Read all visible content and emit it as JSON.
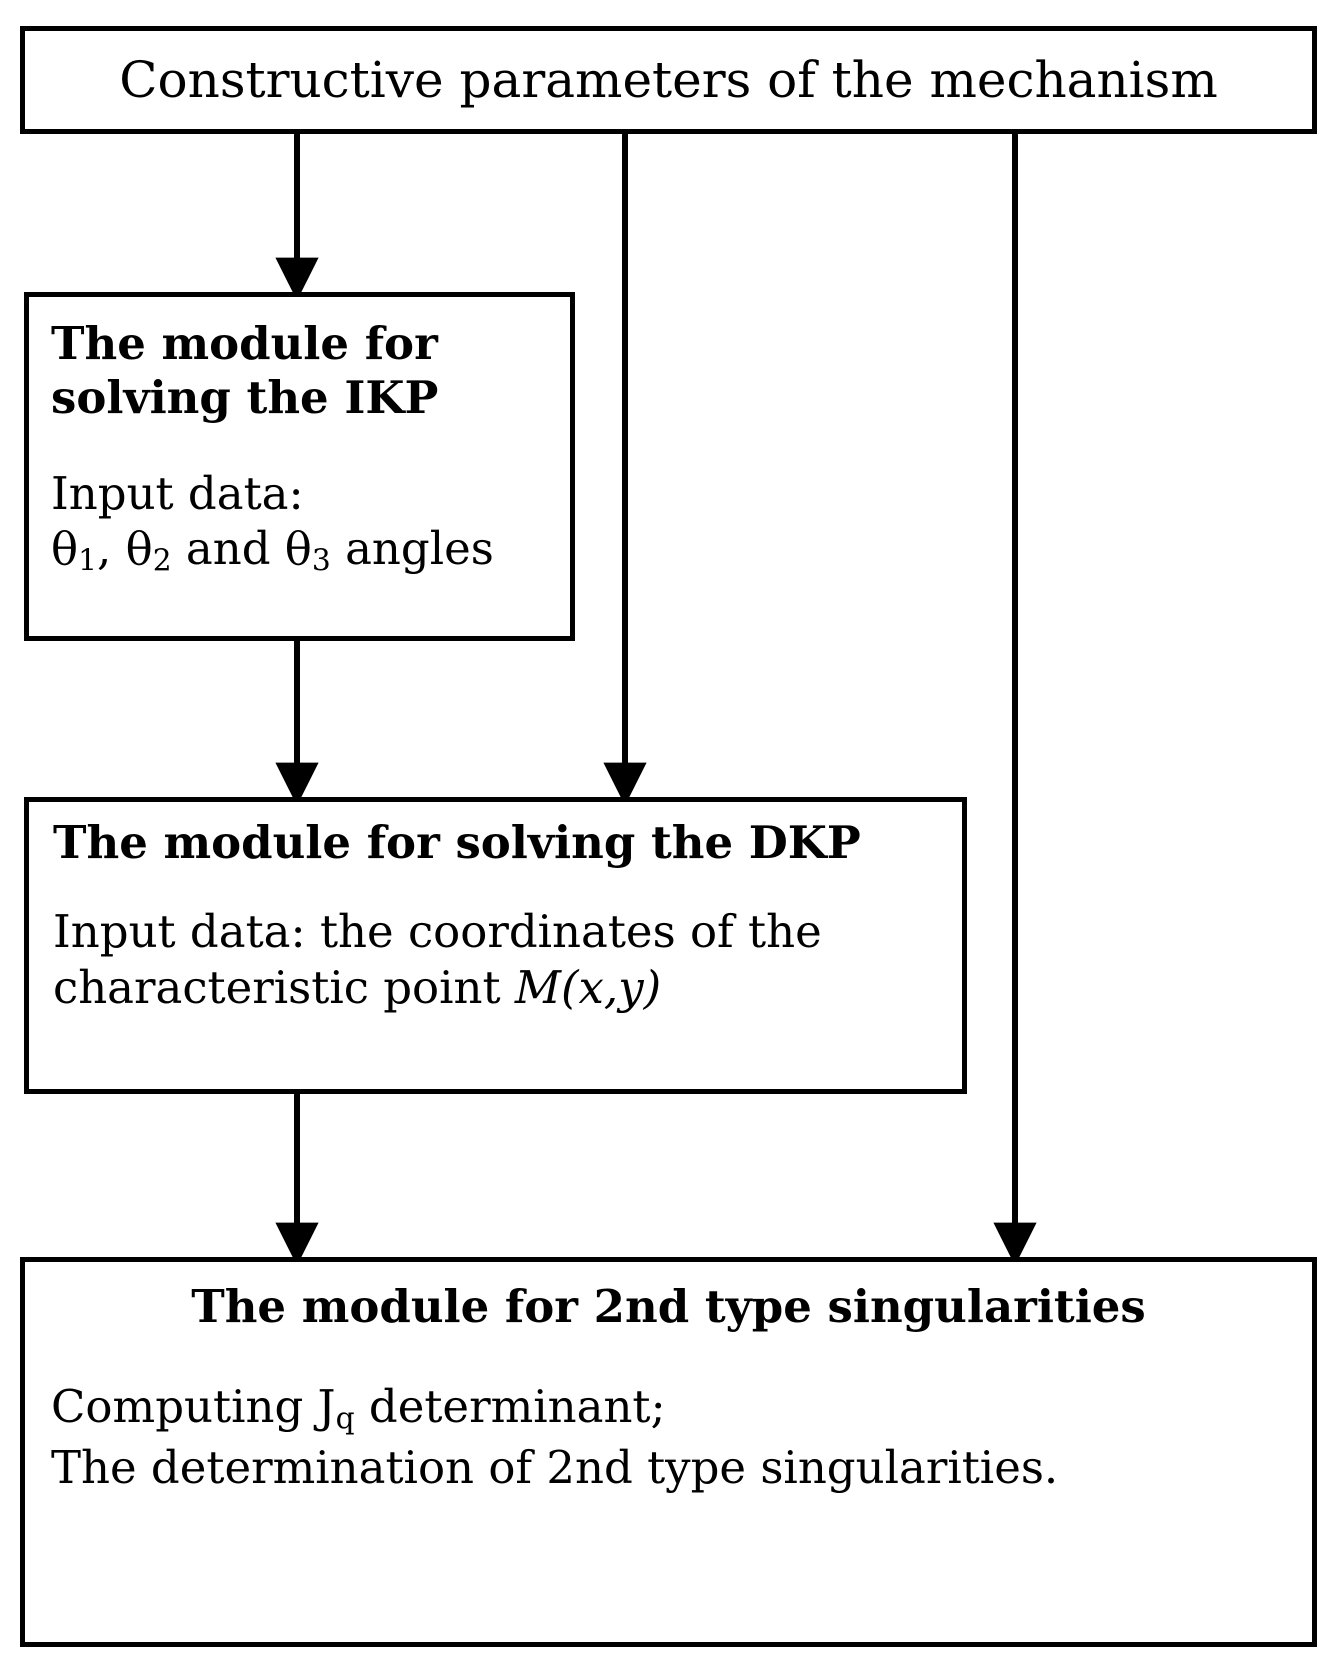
{
  "diagram": {
    "type": "flowchart",
    "title": "",
    "nodes": [
      {
        "id": "constructive",
        "label": "Constructive parameters of the mechanism"
      },
      {
        "id": "ikp",
        "title": "The module for solving the IKP",
        "body_line1": "Input data:",
        "body_line2_prefix": "θ",
        "body_sub1": "1",
        "body_mid1": ", θ",
        "body_sub2": "2",
        "body_mid2": " and θ",
        "body_sub3": "3",
        "body_suffix": " angles"
      },
      {
        "id": "dkp",
        "title": "The module for solving the DKP",
        "body_line1": "Input data: the coordinates of the",
        "body_line2_prefix": "characteristic point ",
        "body_line2_italic": "M(x,y)"
      },
      {
        "id": "singularities",
        "title": "The module for 2nd type singularities",
        "body_line1_prefix": "Computing J",
        "body_line1_sub": "q",
        "body_line1_suffix": " determinant;",
        "body_line2": "The determination of 2nd type singularities."
      }
    ],
    "edges": [
      {
        "from": "constructive",
        "to": "ikp"
      },
      {
        "from": "constructive",
        "to": "dkp"
      },
      {
        "from": "constructive",
        "to": "singularities"
      },
      {
        "from": "ikp",
        "to": "dkp"
      },
      {
        "from": "dkp",
        "to": "singularities"
      }
    ],
    "colors": {
      "stroke": "#000000",
      "background": "#ffffff",
      "text": "#000000"
    }
  }
}
